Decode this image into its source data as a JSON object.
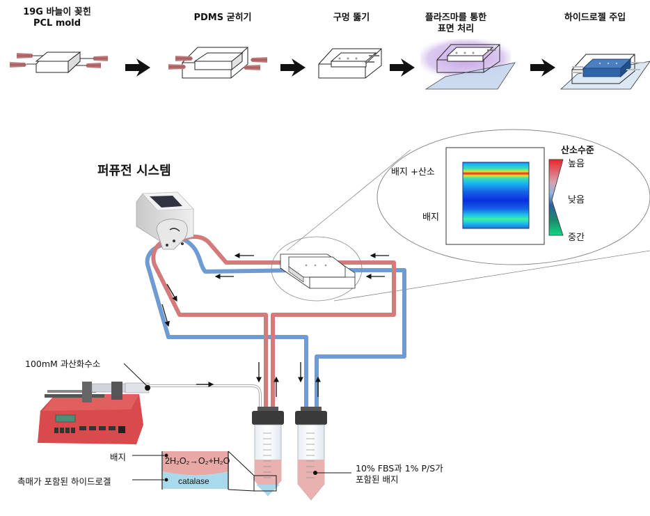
{
  "fabrication_steps": [
    {
      "line1": "19G 바늘이 꽂힌",
      "line2": "PCL mold"
    },
    {
      "line1": "PDMS 굳히기",
      "line2": ""
    },
    {
      "line1": "구멍 뚫기",
      "line2": ""
    },
    {
      "line1": "플라즈마를 통한",
      "line2": "표면 처리"
    },
    {
      "line1": "하이드로젤 주입",
      "line2": ""
    }
  ],
  "perfusion": {
    "title": "퍼퓨전 시스템"
  },
  "oxygen_map": {
    "label_top": "배지 +산소",
    "label_bottom": "배지",
    "scale_title": "산소수준",
    "scale_high": "높음",
    "scale_low": "낮음",
    "scale_mid": "중간",
    "colors": {
      "high": "#e8262a",
      "low": "#1f5fb8",
      "mid": "#12c47a"
    }
  },
  "syringe": {
    "label": "100mM 과산화수소"
  },
  "reaction": {
    "medium_label": "배지",
    "hydrogel_label": "촉매가 포함된 하이드로겔",
    "equation": "2H₂O₂→O₂+H₂O",
    "catalyst": "catalase"
  },
  "reservoir": {
    "label_line1": "10% FBS과 1% P/S가",
    "label_line2": "포함된 배지"
  },
  "tube_colors": {
    "oxygenated": "#d47a7a",
    "medium": "#6f9bd3"
  }
}
